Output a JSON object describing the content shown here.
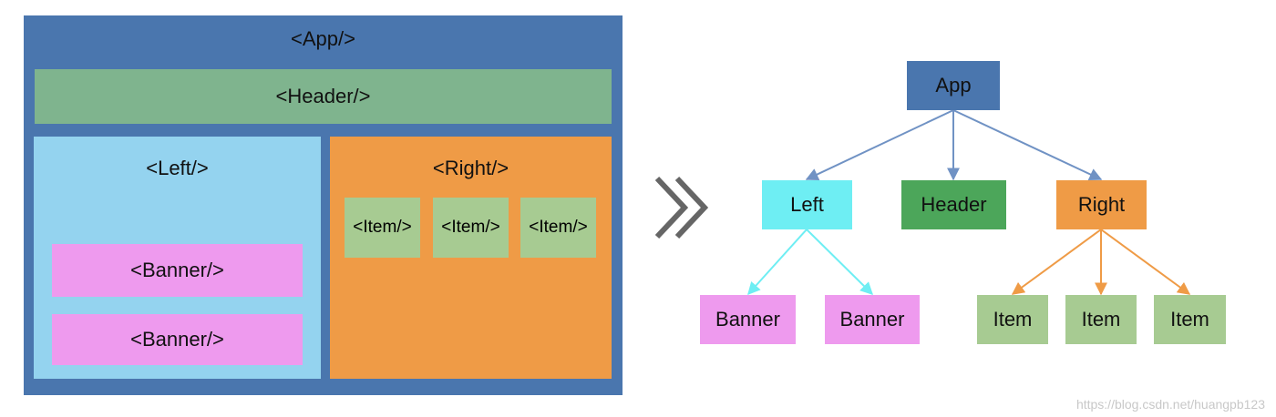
{
  "layout": {
    "app": "<App/>",
    "header": "<Header/>",
    "left": "<Left/>",
    "right": "<Right/>",
    "banners": [
      "<Banner/>",
      "<Banner/>"
    ],
    "items": [
      "<Item/>",
      "<Item/>",
      "<Item/>"
    ]
  },
  "tree": {
    "app": "App",
    "left": "Left",
    "header": "Header",
    "right": "Right",
    "banners": [
      "Banner",
      "Banner"
    ],
    "items": [
      "Item",
      "Item",
      "Item"
    ]
  },
  "watermark": "https://blog.csdn.net/huangpb123",
  "colors": {
    "app": "#4a76ae",
    "header_layout": "#7fb48e",
    "header_tree": "#4ca65a",
    "left_layout": "#94d3ef",
    "left_tree": "#6eeef3",
    "right": "#ef9b46",
    "banner": "#ee9aee",
    "item": "#a7cb92",
    "edge_app": "#7092c4",
    "edge_left": "#6eeef3",
    "edge_right": "#ef9b46"
  }
}
